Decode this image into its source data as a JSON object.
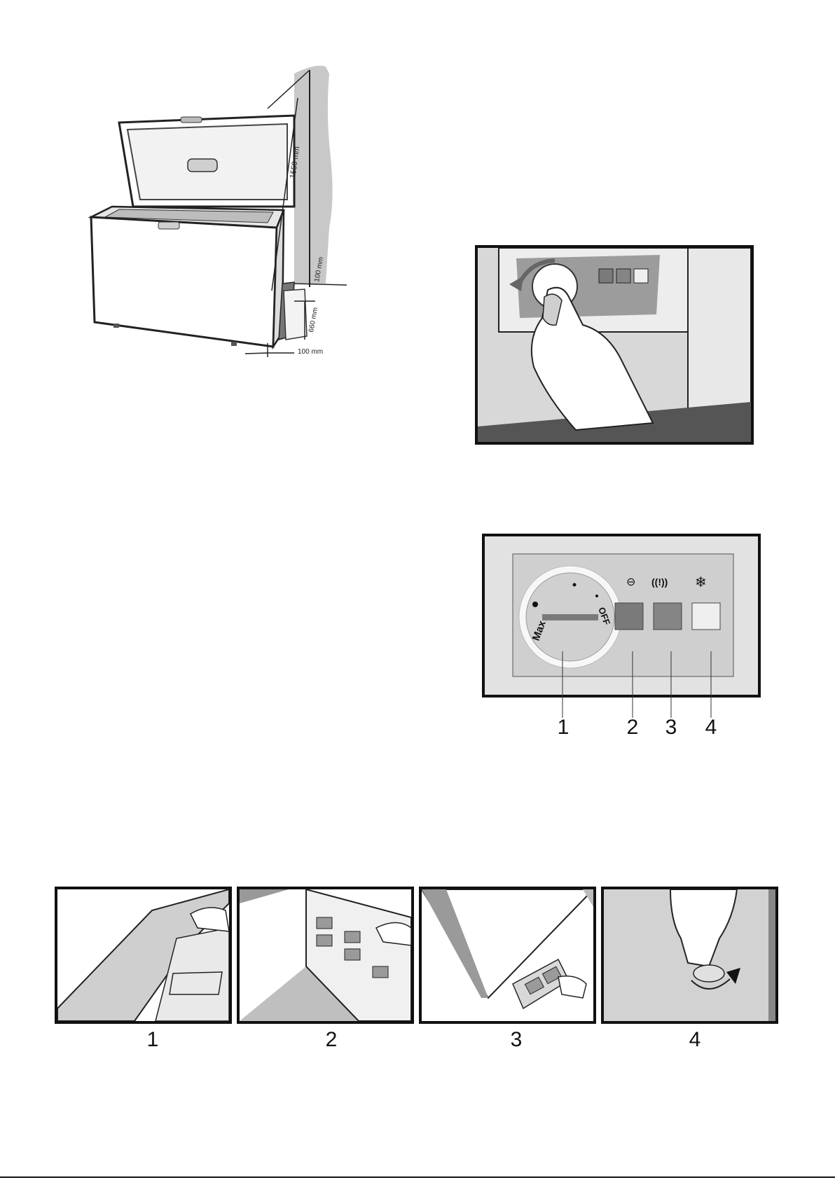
{
  "installation": {
    "dim_height": "1550 mm",
    "dim_top_gap": "100 mm",
    "dim_depth": "660 mm",
    "dim_side_gap": "100 mm"
  },
  "control_panel": {
    "dial_max_label": "Max",
    "dial_off_label": "OFF",
    "callouts": [
      "1",
      "2",
      "3",
      "4"
    ],
    "indicator_colors": {
      "power": "#7a7a7a",
      "alarm": "#858585",
      "fast_freeze": "#efefef",
      "panel": "#cfcfcf",
      "frame": "#e2e2e2"
    }
  },
  "lamp_steps": {
    "captions": [
      "1",
      "2",
      "3",
      "4"
    ]
  }
}
